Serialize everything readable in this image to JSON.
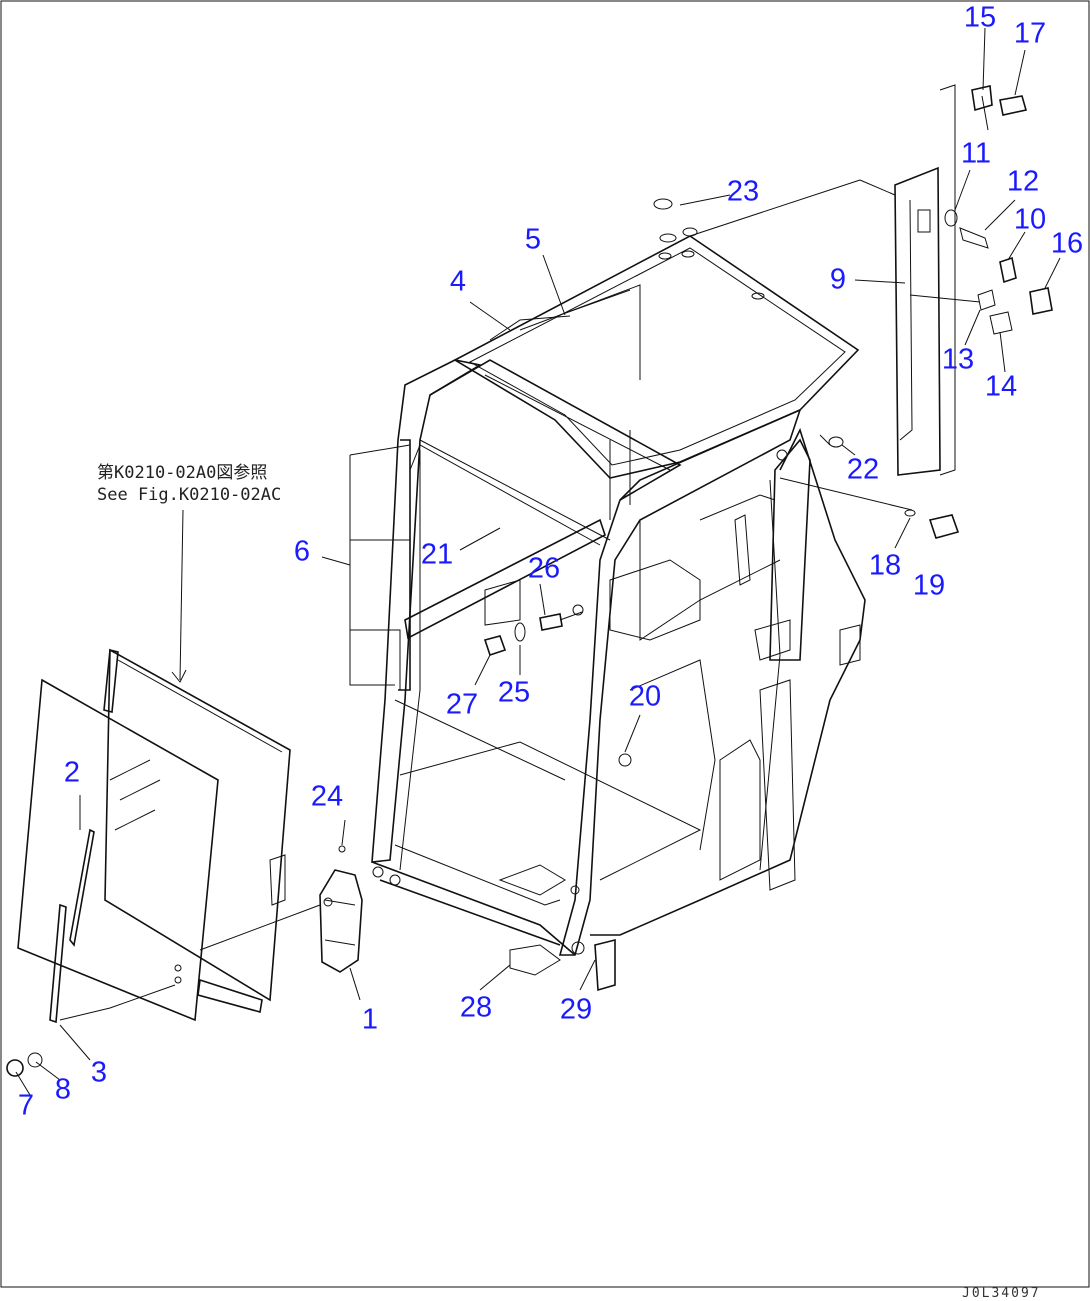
{
  "callouts": [
    {
      "id": "1",
      "label": "1"
    },
    {
      "id": "2",
      "label": "2"
    },
    {
      "id": "3",
      "label": "3"
    },
    {
      "id": "4",
      "label": "4"
    },
    {
      "id": "5",
      "label": "5"
    },
    {
      "id": "6",
      "label": "6"
    },
    {
      "id": "7",
      "label": "7"
    },
    {
      "id": "8",
      "label": "8"
    },
    {
      "id": "9",
      "label": "9"
    },
    {
      "id": "10",
      "label": "10"
    },
    {
      "id": "11",
      "label": "11"
    },
    {
      "id": "12",
      "label": "12"
    },
    {
      "id": "13",
      "label": "13"
    },
    {
      "id": "14",
      "label": "14"
    },
    {
      "id": "15",
      "label": "15"
    },
    {
      "id": "16",
      "label": "16"
    },
    {
      "id": "17",
      "label": "17"
    },
    {
      "id": "18",
      "label": "18"
    },
    {
      "id": "19",
      "label": "19"
    },
    {
      "id": "20",
      "label": "20"
    },
    {
      "id": "21",
      "label": "21"
    },
    {
      "id": "22",
      "label": "22"
    },
    {
      "id": "23",
      "label": "23"
    },
    {
      "id": "24",
      "label": "24"
    },
    {
      "id": "25",
      "label": "25"
    },
    {
      "id": "26",
      "label": "26"
    },
    {
      "id": "27",
      "label": "27"
    },
    {
      "id": "28",
      "label": "28"
    },
    {
      "id": "29",
      "label": "29"
    }
  ],
  "reference_note": {
    "line_jp": "第K0210-02A0図参照",
    "line_en": "See Fig.K0210-02AC"
  },
  "drawing_id": "J0L34097"
}
